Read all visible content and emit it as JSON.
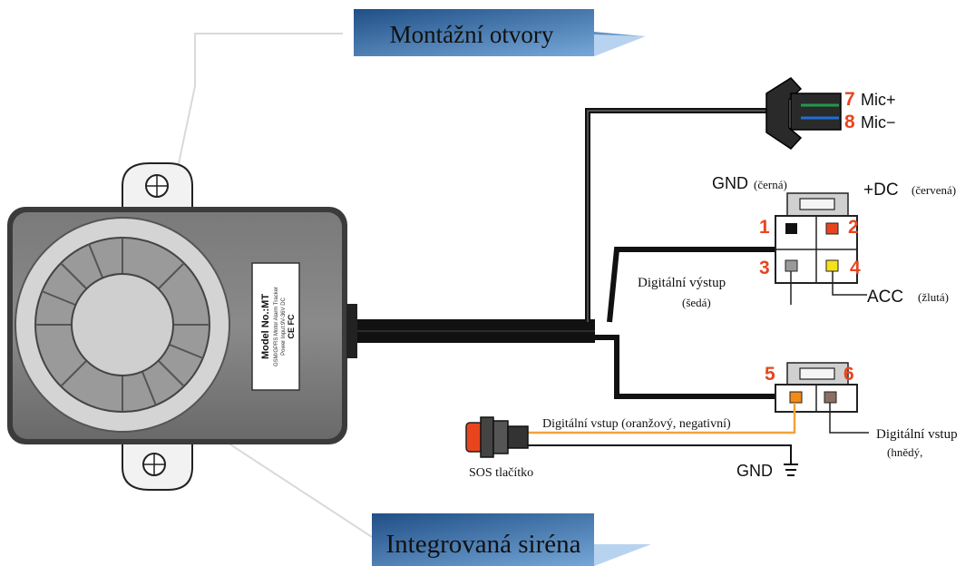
{
  "callouts": {
    "mounting_holes": "Montážní otvory",
    "siren": "Integrovaná siréna"
  },
  "device_label": {
    "model": "Model No.:MT",
    "line1": "GSM/GPRS Motor Alarm Tracker",
    "line2": "Power Input:9V-36V DC",
    "marks": "CE FC"
  },
  "mic_connector": {
    "pin7_num": "7",
    "pin7_label": "Mic+",
    "pin8_num": "8",
    "pin8_label": "Mic−"
  },
  "power_connector": {
    "pin1_num": "1",
    "pin2_num": "2",
    "pin3_num": "3",
    "pin4_num": "4",
    "gnd_label": "GND",
    "gnd_color": "(černá)",
    "dc_label": "+DC",
    "dc_color": "(červená)",
    "out_label": "Digitální výstup",
    "out_color": "(šedá)",
    "acc_label": "ACC",
    "acc_color": "(žlutá)"
  },
  "input_connector": {
    "pin5_num": "5",
    "pin6_num": "6",
    "in5_label": "Digitální vstup (oranžový, negativní)",
    "in6_label": "Digitální vstup",
    "in6_color": "(hnědý,"
  },
  "sos": {
    "label": "SOS tlačítko",
    "gnd_label": "GND"
  },
  "colors": {
    "pin_number": "#e8451f",
    "callout_dark": "#1f4f86",
    "callout_light": "#6f9fd3",
    "wire": "#111111",
    "orange_wire": "#f2a23a"
  }
}
